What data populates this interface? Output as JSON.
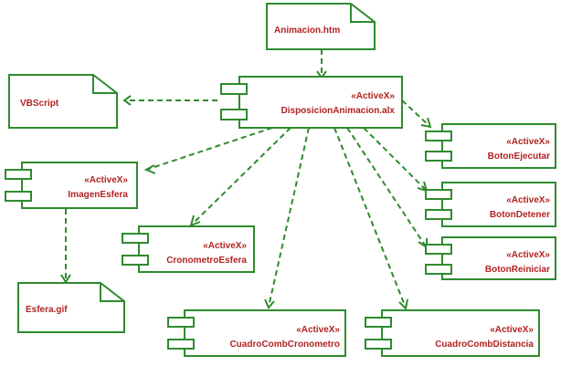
{
  "documents": [
    {
      "id": "animacion_htm",
      "label": "Animacion.htm"
    },
    {
      "id": "vbscript",
      "label": "VBScript"
    },
    {
      "id": "esfera_gif",
      "label": "Esfera.gif"
    }
  ],
  "components": [
    {
      "id": "disposicion",
      "stereotype": "«ActiveX»",
      "name": "DisposicionAnimacion.alx"
    },
    {
      "id": "imagen_esfera",
      "stereotype": "«ActiveX»",
      "name": "ImagenEsfera"
    },
    {
      "id": "boton_ejecutar",
      "stereotype": "«ActiveX»",
      "name": "BotonEjecutar"
    },
    {
      "id": "boton_detener",
      "stereotype": "«ActiveX»",
      "name": "BotonDetener"
    },
    {
      "id": "boton_reiniciar",
      "stereotype": "«ActiveX»",
      "name": "BotonReiniciar"
    },
    {
      "id": "cronometro_esfera",
      "stereotype": "«ActiveX»",
      "name": "CronometroEsfera"
    },
    {
      "id": "cuadro_comb_cronometro",
      "stereotype": "«ActiveX»",
      "name": "CuadroCombCronometro"
    },
    {
      "id": "cuadro_comb_distancia",
      "stereotype": "«ActiveX»",
      "name": "CuadroCombDistancia"
    }
  ],
  "dependencies": [
    {
      "from": "animacion_htm",
      "to": "disposicion"
    },
    {
      "from": "disposicion",
      "to": "vbscript"
    },
    {
      "from": "disposicion",
      "to": "imagen_esfera"
    },
    {
      "from": "disposicion",
      "to": "cronometro_esfera"
    },
    {
      "from": "disposicion",
      "to": "cuadro_comb_cronometro"
    },
    {
      "from": "disposicion",
      "to": "cuadro_comb_distancia"
    },
    {
      "from": "disposicion",
      "to": "boton_ejecutar"
    },
    {
      "from": "disposicion",
      "to": "boton_detener"
    },
    {
      "from": "disposicion",
      "to": "boton_reiniciar"
    },
    {
      "from": "imagen_esfera",
      "to": "esfera_gif"
    }
  ],
  "colors": {
    "line": "#2e8b2e",
    "text": "#b22222",
    "background": "#ffffff"
  }
}
